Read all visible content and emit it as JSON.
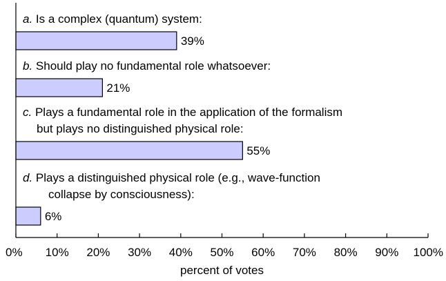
{
  "chart_data": {
    "type": "bar",
    "orientation": "horizontal",
    "categories": [
      {
        "letter": "a.",
        "lines": [
          "Is a complex (quantum) system:"
        ]
      },
      {
        "letter": "b.",
        "lines": [
          "Should play no fundamental role whatsoever:"
        ]
      },
      {
        "letter": "c.",
        "lines": [
          "Plays a fundamental role in the application of the formalism",
          "but plays no distinguished physical role:"
        ]
      },
      {
        "letter": "d.",
        "lines": [
          "Plays a distinguished physical role (e.g., wave-function",
          "collapse by consciousness):"
        ]
      }
    ],
    "values": [
      39,
      21,
      55,
      6
    ],
    "value_labels": [
      "39%",
      "21%",
      "55%",
      "6%"
    ],
    "xlabel": "percent of votes",
    "xlim": [
      0,
      100
    ],
    "xticks": [
      0,
      10,
      20,
      30,
      40,
      50,
      60,
      70,
      80,
      90,
      100
    ],
    "xtick_labels": [
      "0%",
      "10%",
      "20%",
      "30%",
      "40%",
      "50%",
      "60%",
      "70%",
      "80%",
      "90%",
      "100%"
    ],
    "bar_color": "#ccccff",
    "grid": false,
    "legend": "none"
  }
}
